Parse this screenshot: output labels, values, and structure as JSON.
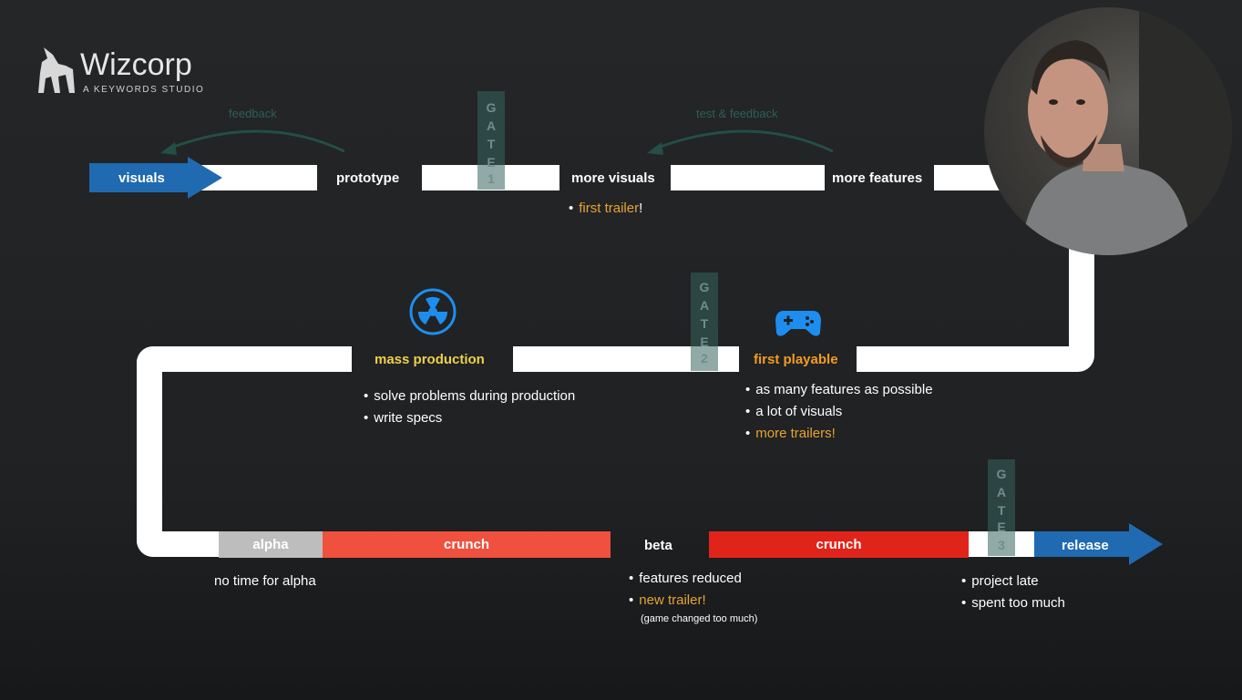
{
  "logo": {
    "name": "Wizcorp",
    "tagline": "A KEYWORDS STUDIO"
  },
  "colors": {
    "blue": "#1f6ab0",
    "gray_stage": "#bdbdbd",
    "crunch_light": "#f0503e",
    "crunch_dark": "#e1241a",
    "highlight_orange": "#e9a330",
    "gate_fill": "#375f5a"
  },
  "row1": {
    "start_label": "visuals",
    "stages": [
      "prototype",
      "more visuals",
      "more features"
    ],
    "loop1_label": "feedback",
    "loop2_label": "test & feedback",
    "gate_letters": [
      "G",
      "A",
      "T",
      "E"
    ],
    "gate1_number": "1",
    "more_visuals_bullet": "first trailer",
    "more_visuals_bullet_suffix": "!"
  },
  "row2": {
    "mass_production": "mass production",
    "mass_production_icon": "radiation-icon",
    "mass_bullets": [
      "solve problems during production",
      "write specs"
    ],
    "gate2_number": "2",
    "first_playable": "first playable",
    "first_playable_icon": "gamepad-icon",
    "playable_bullets": [
      "as many features as possible",
      "a lot of visuals",
      "more trailers!"
    ]
  },
  "row3": {
    "alpha": "alpha",
    "crunch1": "crunch",
    "beta": "beta",
    "crunch2": "crunch",
    "gate3_number": "3",
    "release": "release",
    "alpha_note": "no time for alpha",
    "beta_bullets": [
      "features reduced",
      "new trailer!"
    ],
    "beta_note": "(game changed too much)",
    "release_bullets": [
      "project late",
      "spent too much"
    ]
  }
}
